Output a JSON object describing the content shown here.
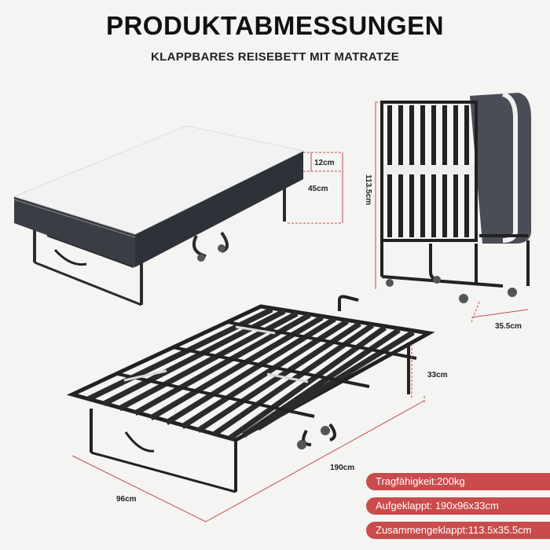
{
  "header": {
    "title": "PRODUKTABMESSUNGEN",
    "subtitle": "KLAPPBARES REISEBETT MIT MATRATZE"
  },
  "dimensions": {
    "mattress_thickness": "12cm",
    "bed_height_with_mattress": "45cm",
    "folded_height": "113.5cm",
    "folded_depth": "35.5cm",
    "frame_height": "33cm",
    "frame_length": "190cm",
    "frame_width": "96cm"
  },
  "specs": [
    {
      "label": "Tragfähigkeit:200kg"
    },
    {
      "label": "Aufgeklappt: 190x96x33cm"
    },
    {
      "label": "Zusammengeklappt:113.5x35.5cm"
    }
  ],
  "colors": {
    "accent": "#c94b4b",
    "frame": "#2b2b2b",
    "mattress_top": "#f2f2f2",
    "mattress_side": "#3a3d44"
  }
}
